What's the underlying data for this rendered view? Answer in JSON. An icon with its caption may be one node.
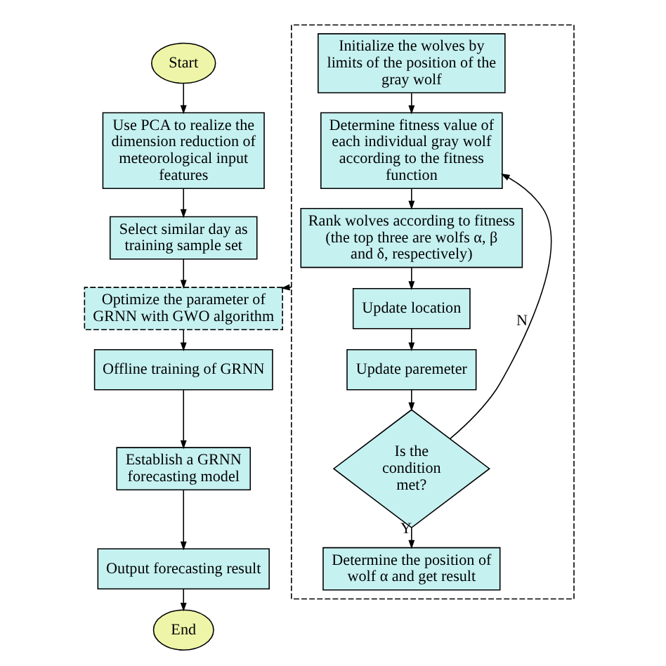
{
  "diagram": {
    "nodes": [
      {
        "text": [
          "Start"
        ]
      },
      {
        "text": [
          "Use PCA to realize the dimension reduction of meteorological input features"
        ]
      },
      {
        "text": [
          "Select similar day as training sample set"
        ]
      },
      {
        "text": [
          "Optimize the parameter of GRNN with GWO algorithm"
        ]
      },
      {
        "text": [
          "Offline training of GRNN"
        ]
      },
      {
        "text": [
          "Establish a GRNN forecasting model"
        ]
      },
      {
        "text": [
          "Output forecasting result"
        ]
      },
      {
        "text": [
          "End"
        ]
      },
      {
        "text": [],
        "shape": "box"
      },
      {
        "text": [
          "Initialize the wolves by limits of the position of the gray wolf"
        ],
        "in": 8
      },
      {
        "text": [
          "Determine fitness value of each individual gray wolf according to the fitness function"
        ],
        "in": 8
      },
      {
        "text": [
          "Rank wolves according to fitness (the top three are wolfs α, β and δ, respectively)"
        ],
        "in": 8
      },
      {
        "text": [
          "Update location"
        ],
        "in": 8
      },
      {
        "text": [
          "Update paremeter"
        ],
        "in": 8
      },
      {
        "text": [
          "Is the condition met?"
        ],
        "in": 8
      },
      {
        "text": [
          "Determine the position of wolf α and get result"
        ],
        "in": 8
      }
    ],
    "edges": [
      {
        "from": 0,
        "to": 1,
        "arrow": "to"
      },
      {
        "from": 1,
        "to": 2,
        "arrow": "to"
      },
      {
        "from": 2,
        "to": 3,
        "arrow": "to"
      },
      {
        "from": 3,
        "to": 4,
        "arrow": "to"
      },
      {
        "from": 4,
        "to": 5,
        "arrow": "to"
      },
      {
        "from": 5,
        "to": 6,
        "arrow": "to"
      },
      {
        "from": 6,
        "to": 7,
        "arrow": "to"
      },
      {
        "from": 8,
        "to": 3,
        "arrow": "to",
        "style": "dashed"
      },
      {
        "from": 9,
        "to": 10,
        "arrow": "to"
      },
      {
        "from": 10,
        "to": 11,
        "arrow": "to"
      },
      {
        "from": 11,
        "to": 12,
        "arrow": "to"
      },
      {
        "from": 12,
        "to": 13,
        "arrow": "to"
      },
      {
        "from": 13,
        "to": 14,
        "arrow": "to"
      },
      {
        "from": 14,
        "to": 10,
        "arrow": "to",
        "label": "N"
      },
      {
        "from": 14,
        "to": 15,
        "arrow": "to",
        "label": "Y"
      }
    ]
  }
}
